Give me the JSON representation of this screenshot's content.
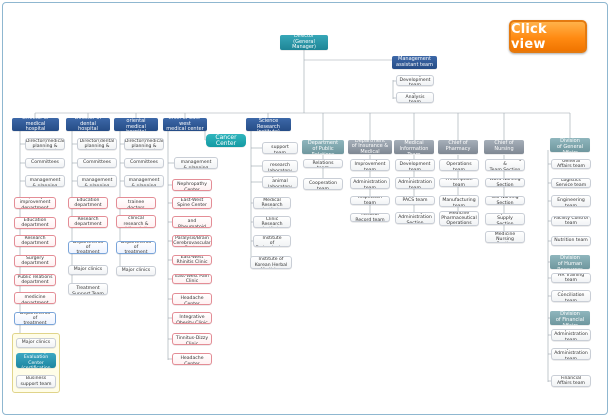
{
  "button": {
    "label": "Click view"
  },
  "director": "Director\n(General Manager)",
  "mgmt_team": "Management\nassistant team",
  "mgmt_subs": [
    "Policy\nDevelopment team",
    "Management\nAnalysis team"
  ],
  "cancer_center": "Cancer Center",
  "col1": {
    "head": "Director of medical\nhospital",
    "items": [
      "Vice Director(medical\nplanning & treatment",
      "Committees",
      "Team of management\n& planning",
      "Quality improvement\ndepartment",
      "Education\ndepartment",
      "Research\ndepartment",
      "Surgery\ndepartment",
      "Public relations\ndepartment",
      "Internal medicine\ndepartment",
      "Departments of\ntreatment"
    ],
    "panel_items": [
      "Major clinics",
      "Medical Disability\nEvaluation Center\n(certification center)",
      "Business\nsupport team"
    ]
  },
  "col2": {
    "head": "Director of dental\nhospital",
    "items": [
      "Vice Director(dental\nplanning & treatment",
      "Committees",
      "Team of management\n& planning",
      "Education\ndepartment",
      "Research\ndepartment",
      "Departments of\ntreatment",
      "Major clinics",
      "Dental Treatment\nSupport Team"
    ]
  },
  "col3": {
    "head": "Director of oriental\nmedical hospital",
    "items": [
      "Vice Director(medical\nplanning & treatment",
      "Committees",
      "Team of management\n& planning",
      "Devision of trainee\ndoctors",
      "Division of clinical\nresearch & public relation",
      "Departments of\ntreatment",
      "Major clinics"
    ]
  },
  "col4": {
    "head": "Chief of East-west\nmedical center",
    "items": [
      "Team of management\n& planning",
      "East-West\nNephropathy Center",
      "East-West\nSpine Center",
      "East-West Immune\nand Rheumatoid Center",
      "East-West Paralysis/Brain\n(Cerebrovascular) Center",
      "East-West Rhinitis Clinic",
      "East-West Pain Clinic",
      "East-West\nHeadache Center",
      "East-West Integrative\nObesity Clinic",
      "East-West\nTinnitus-Dizzy Clinic",
      "East-West\nHeadache Center"
    ]
  },
  "col5": {
    "head": "Director(Medical Science\nResearch Institute)",
    "items": [
      "Research\nsupport team",
      "Central research\nlaboratory",
      "experiment animal\nlaboratory",
      "East-west Medical\nResearch Institute",
      "Kyung Hee Clinic\nResearch Institute",
      "Research Institute\nof Endocrinology",
      "Research Institute of\nKorean Herbal Medicine"
    ]
  },
  "col6": {
    "head": "Chief of Department\nof Public Relations",
    "items": [
      "Public Relations team",
      "External\nCooperation team"
    ]
  },
  "col7": {
    "head": "Chief of Department\nof Insurance &\nMedical Records",
    "items": [
      "Quality\nImprovement team",
      "Insurance\nAdministration team",
      "Inspection team",
      "Medical Record team"
    ]
  },
  "col8": {
    "head": "Chief of Medical\nInformation Team",
    "items": [
      "Computational\nDevelopment team",
      "Computational\nAdministration team",
      "PACS team",
      "Library\nAdministration Section"
    ]
  },
  "col9": {
    "head": "Chief of Pharmacy",
    "items": [
      "Pharmaceutical\nOperations team",
      "Prescription team",
      "Pharmaceutical\nManufacturing team",
      "Oriental Medicine\nPharmaceutical\nOperations team"
    ]
  },
  "col10": {
    "head": "Chief of Nursing",
    "items": [
      "Nurse Training &\nTeam Section",
      "Ward Nursing Section",
      "ICU Nursing Section",
      "Outpatient\nSupply Section",
      "Oriental Medicine\nNursing Section"
    ]
  },
  "col11": {
    "head1": "Chief of Division\nof General\nAffairs",
    "items1": [
      "General Affairs team",
      "Logistics Service team",
      "Medical\nEngineering team",
      "Facility Control team",
      "Nutrition team"
    ],
    "head2": "Chief of Division\nof Human\nResources",
    "items2": [
      "HR Training team",
      "Capital-Labor\nConciliation team"
    ],
    "head3": "Chief of Division\nof Financial\nAffairs",
    "items3": [
      "Inpatient\nAdministration team",
      "Outpatient\nAdministration team",
      "Financial\nAffairs team"
    ]
  }
}
